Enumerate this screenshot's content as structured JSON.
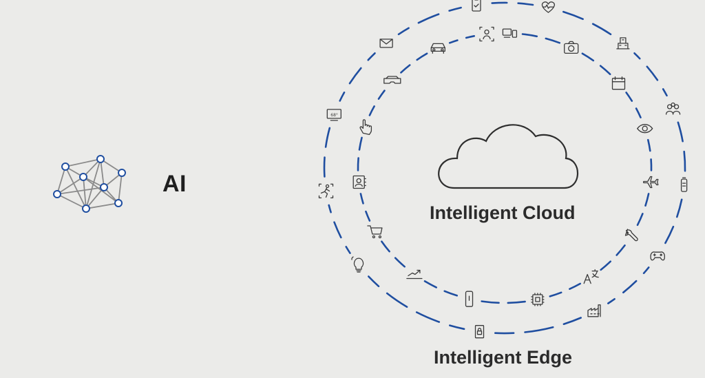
{
  "labels": {
    "ai": "AI",
    "cloud": "Intelligent Cloud",
    "edge": "Intelligent Edge"
  },
  "colors": {
    "background": "#ebebe9",
    "ring": "#1f4ea0",
    "network_node": "#1f4ea0",
    "network_edge": "#8a8a8a",
    "icon": "#3a3a3a"
  },
  "outer_icons": [
    "phone-check-icon",
    "heart-monitor-icon",
    "building-icon",
    "people-icon",
    "battery-icon",
    "gamepad-icon",
    "factory-icon",
    "lock-tablet-icon",
    "lightbulb-icon",
    "running-person-icon",
    "television-icon",
    "mail-icon"
  ],
  "inner_icons": [
    "devices-icon",
    "camera-icon",
    "calendar-icon",
    "eye-icon",
    "airplane-icon",
    "wrench-icon",
    "translate-icon",
    "chip-icon",
    "vertical-device-icon",
    "trend-icon",
    "shopping-cart-icon",
    "contact-card-icon",
    "hand-pointer-icon",
    "vr-headset-icon",
    "car-icon",
    "person-scan-icon"
  ]
}
